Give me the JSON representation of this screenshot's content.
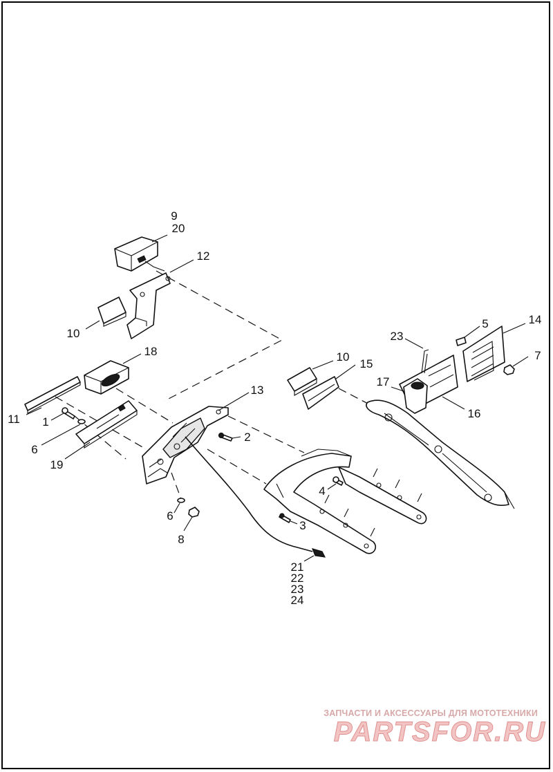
{
  "callouts": [
    {
      "id": "c9",
      "text": "9"
    },
    {
      "id": "c20",
      "text": "20"
    },
    {
      "id": "c12",
      "text": "12"
    },
    {
      "id": "c10a",
      "text": "10"
    },
    {
      "id": "c18",
      "text": "18"
    },
    {
      "id": "c11",
      "text": "11"
    },
    {
      "id": "c1",
      "text": "1"
    },
    {
      "id": "c6a",
      "text": "6"
    },
    {
      "id": "c19",
      "text": "19"
    },
    {
      "id": "c13",
      "text": "13"
    },
    {
      "id": "c2",
      "text": "2"
    },
    {
      "id": "c6b",
      "text": "6"
    },
    {
      "id": "c8",
      "text": "8"
    },
    {
      "id": "c3",
      "text": "3"
    },
    {
      "id": "c4",
      "text": "4"
    },
    {
      "id": "c10b",
      "text": "10"
    },
    {
      "id": "c15",
      "text": "15"
    },
    {
      "id": "c23a",
      "text": "23"
    },
    {
      "id": "c5",
      "text": "5"
    },
    {
      "id": "c14",
      "text": "14"
    },
    {
      "id": "c7",
      "text": "7"
    },
    {
      "id": "c17",
      "text": "17"
    },
    {
      "id": "c16",
      "text": "16"
    },
    {
      "id": "c21",
      "text": "21"
    },
    {
      "id": "c22",
      "text": "22"
    },
    {
      "id": "c23b",
      "text": "23"
    },
    {
      "id": "c24",
      "text": "24"
    }
  ],
  "watermark": {
    "tagline": "ЗАПЧАСТИ И АКСЕССУАРЫ ДЛЯ МОТОТЕХНИКИ",
    "logo": "PARTSFOR.RU"
  },
  "colors": {
    "line": "#111111",
    "watermark": "#e08f8f"
  }
}
